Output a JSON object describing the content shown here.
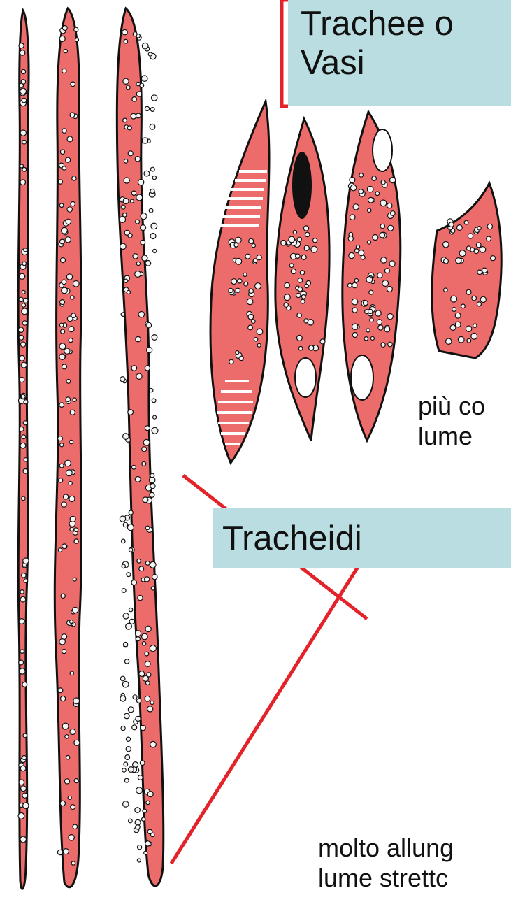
{
  "labels": {
    "vasi": "Trachee o\nVasi",
    "tracheidi": "Tracheidi"
  },
  "notes": {
    "vasi_line1": "più co",
    "vasi_line2": "lume",
    "tracheidi_line1": "molto allung",
    "tracheidi_line2": "lume strettc"
  },
  "colors": {
    "cell_fill": "#ec6b6b",
    "cell_outline": "#111111",
    "bracket": "#e4222a",
    "label_box": "#b9dde0"
  }
}
